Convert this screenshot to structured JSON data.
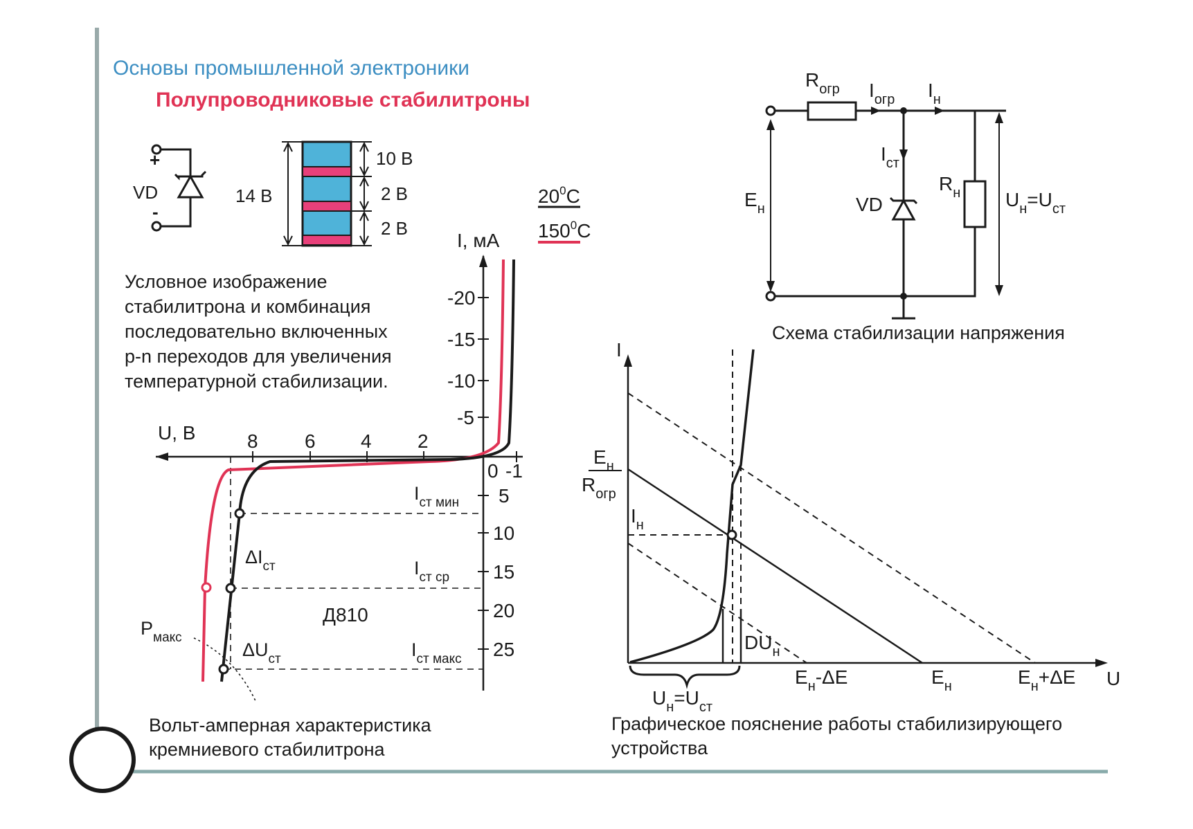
{
  "header": {
    "course_title": "Основы промышленной электроники",
    "slide_title": "Полупроводниковые стабилитроны"
  },
  "symbol": {
    "plus": "+",
    "minus": "-",
    "diode_label": "VD"
  },
  "stack": {
    "total_label": "14 В",
    "junction_labels": [
      "10 В",
      "2 В",
      "2 В"
    ]
  },
  "legend": {
    "t20": "20",
    "t150": "150",
    "unit": "С",
    "deg": "0",
    "colors": {
      "t20": "#1a1a1a",
      "t150": "#e03355"
    }
  },
  "caption_left": [
    "Условное изображение",
    "стабилитрона и комбинация",
    "последовательно включенных",
    "p-n переходов для увеличения",
    "температурной стабилизации."
  ],
  "vac": {
    "u_axis_label": "U, В",
    "i_axis_label": "I, мА",
    "u_ticks": [
      "8",
      "6",
      "4",
      "2",
      "0",
      "-1"
    ],
    "i_neg_ticks": [
      "-20",
      "-15",
      "-10",
      "-5"
    ],
    "i_pos_ticks": [
      "5",
      "10",
      "15",
      "20",
      "25"
    ],
    "i_min": {
      "main": "I",
      "sub": "ст мин"
    },
    "i_avg": {
      "main": "I",
      "sub": "ст ср"
    },
    "i_max": {
      "main": "I",
      "sub": "ст макс"
    },
    "d_i": {
      "main": "ΔI",
      "sub": "ст"
    },
    "d_u": {
      "main": "ΔU",
      "sub": "ст"
    },
    "p_max": {
      "main": "P",
      "sub": "макс"
    },
    "device": "Д810",
    "caption": [
      "Вольт-амперная характеристика",
      "кремниевого стабилитрона"
    ]
  },
  "circuit": {
    "r_lim": {
      "main": "R",
      "sub": "огр"
    },
    "i_lim": {
      "main": "I",
      "sub": "огр"
    },
    "i_load": {
      "main": "I",
      "sub": "н"
    },
    "i_st": {
      "main": "I",
      "sub": "ст"
    },
    "vd": "VD",
    "r_load": {
      "main": "R",
      "sub": "н"
    },
    "e_load": {
      "main": "E",
      "sub": "н"
    },
    "u_eq": {
      "a": "U",
      "a_sub": "н",
      "eq": "=U",
      "b_sub": "ст"
    },
    "caption": "Схема стабилизации напряжения"
  },
  "graph": {
    "i_axis": "I",
    "u_axis": "U",
    "frac_num": {
      "main": "E",
      "sub": "н"
    },
    "frac_den": {
      "main": "R",
      "sub": "огр"
    },
    "i_load": {
      "main": "I",
      "sub": "н"
    },
    "du": {
      "main": "DU",
      "sub": "н"
    },
    "e_minus": {
      "main": "E",
      "sub": "н",
      "tail": "-ΔE"
    },
    "e": {
      "main": "E",
      "sub": "н"
    },
    "e_plus": {
      "main": "E",
      "sub": "н",
      "tail": "+ΔE"
    },
    "brace_label": {
      "a": "U",
      "a_sub": "н",
      "eq": "=U",
      "b_sub": "ст"
    },
    "caption": [
      "Графическое пояснение работы стабилизирующего",
      "устройства"
    ]
  }
}
